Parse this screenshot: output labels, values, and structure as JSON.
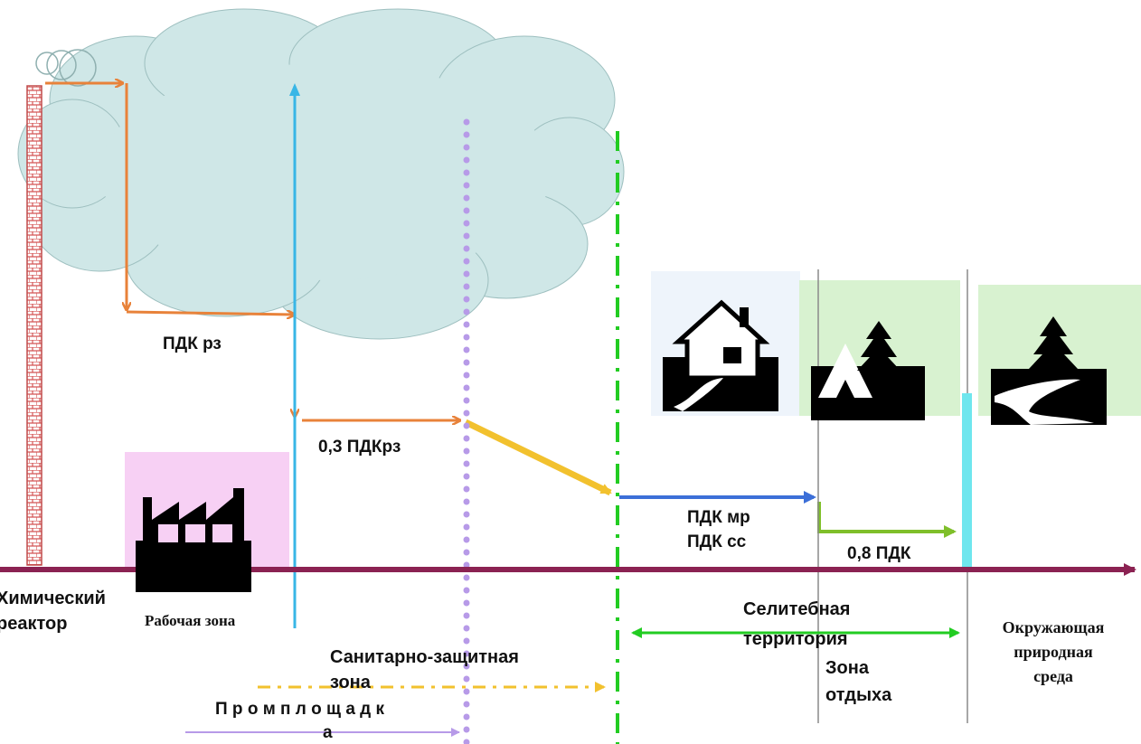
{
  "labels": {
    "chimney": "Химический\nреактор",
    "workzone": "Рабочая зона",
    "sanitary": "Санитарно-защитная\nзона",
    "industrial": "П р о м п л о щ а д к\nа",
    "residential": "Селитебная\nтерритория",
    "recreation": "Зона\nотдыха",
    "environment": "Окружающая\nприродная\nсреда",
    "pdk_rz": "ПДК рз",
    "pdk_03": "0,3 ПДКрз",
    "pdk_mr_cc": "ПДК мр\nПДК сс",
    "pdk_08": "0,8 ПДК"
  },
  "icons": [
    "factory-icon",
    "house-icon",
    "tent-tree-icon",
    "tree-river-icon"
  ],
  "colors": {
    "cloud": "#cfe7e7",
    "axis": "#8b2252",
    "orange": "#e8823a",
    "yellow": "#f2c12e",
    "blue": "#3c6fd8",
    "green": "#7fbf2a",
    "cyan": "#38b6e6",
    "purple": "#b79ae8",
    "dashgreen": "#22cc22",
    "pink": "#f7d0f4",
    "lightgreen": "#d8f2d0"
  }
}
